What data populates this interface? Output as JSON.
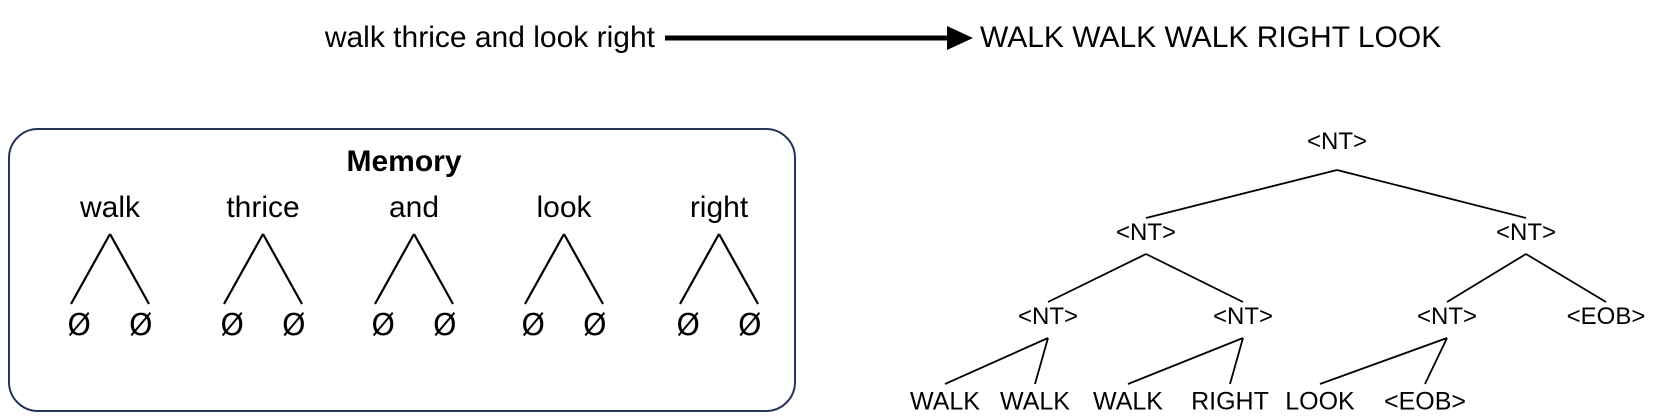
{
  "figure": {
    "input_phrase": "walk thrice and look right",
    "arrow": "right-arrow",
    "output_phrase": "WALK WALK WALK RIGHT LOOK"
  },
  "memory": {
    "title": "Memory",
    "null_symbol": "Ø",
    "slots": [
      {
        "word": "walk",
        "leaves": [
          "Ø",
          "Ø"
        ]
      },
      {
        "word": "thrice",
        "leaves": [
          "Ø",
          "Ø"
        ]
      },
      {
        "word": "and",
        "leaves": [
          "Ø",
          "Ø"
        ]
      },
      {
        "word": "look",
        "leaves": [
          "Ø",
          "Ø"
        ]
      },
      {
        "word": "right",
        "leaves": [
          "Ø",
          "Ø"
        ]
      }
    ]
  },
  "parse_tree": {
    "root": {
      "label": "<NT>"
    },
    "level2": [
      {
        "label": "<NT>"
      },
      {
        "label": "<NT>"
      }
    ],
    "level3": [
      {
        "label": "<NT>"
      },
      {
        "label": "<NT>"
      },
      {
        "label": "<NT>"
      },
      {
        "label": "<EOB>"
      }
    ],
    "leaves": [
      {
        "label": "WALK"
      },
      {
        "label": "WALK"
      },
      {
        "label": "WALK"
      },
      {
        "label": "RIGHT"
      },
      {
        "label": "LOOK"
      },
      {
        "label": "<EOB>"
      }
    ]
  },
  "colors": {
    "panel_border": "#26355c",
    "text": "#000000",
    "background": "#ffffff"
  }
}
